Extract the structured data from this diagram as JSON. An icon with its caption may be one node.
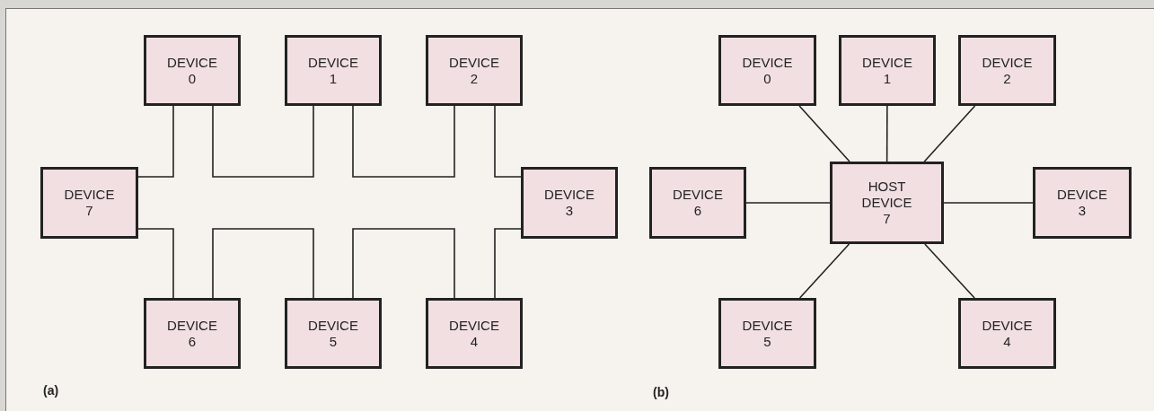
{
  "diagram": {
    "nodes": [
      {
        "text": [
          "DEVICE 0"
        ]
      },
      {
        "text": [
          "DEVICE 1"
        ]
      },
      {
        "text": [
          "DEVICE 2"
        ]
      },
      {
        "text": [
          "DEVICE 7"
        ]
      },
      {
        "text": [
          "DEVICE 3"
        ]
      },
      {
        "text": [
          "DEVICE 6"
        ]
      },
      {
        "text": [
          "DEVICE 5"
        ]
      },
      {
        "text": [
          "DEVICE 4"
        ]
      },
      {
        "text": [
          "DEVICE 0"
        ]
      },
      {
        "text": [
          "DEVICE 1"
        ]
      },
      {
        "text": [
          "DEVICE 2"
        ]
      },
      {
        "text": [
          "DEVICE 6"
        ]
      },
      {
        "text": [
          "HOST DEVICE 7"
        ]
      },
      {
        "text": [
          "DEVICE 3"
        ]
      },
      {
        "text": [
          "DEVICE 5"
        ]
      },
      {
        "text": [
          "DEVICE 4"
        ]
      }
    ],
    "edges": [
      {
        "from": 0,
        "to": 1,
        "arrow": "none"
      },
      {
        "from": 1,
        "to": 2,
        "arrow": "none"
      },
      {
        "from": 2,
        "to": 4,
        "arrow": "none"
      },
      {
        "from": 4,
        "to": 7,
        "arrow": "none"
      },
      {
        "from": 7,
        "to": 6,
        "arrow": "none"
      },
      {
        "from": 6,
        "to": 5,
        "arrow": "none"
      },
      {
        "from": 5,
        "to": 3,
        "arrow": "none"
      },
      {
        "from": 3,
        "to": 0,
        "arrow": "none"
      },
      {
        "from": 12,
        "to": 8,
        "arrow": "none"
      },
      {
        "from": 12,
        "to": 9,
        "arrow": "none"
      },
      {
        "from": 12,
        "to": 10,
        "arrow": "none"
      },
      {
        "from": 12,
        "to": 11,
        "arrow": "none"
      },
      {
        "from": 12,
        "to": 13,
        "arrow": "none"
      },
      {
        "from": 12,
        "to": 14,
        "arrow": "none"
      },
      {
        "from": 12,
        "to": 15,
        "arrow": "none"
      }
    ],
    "labels": [
      "(a)",
      "(b)"
    ]
  }
}
